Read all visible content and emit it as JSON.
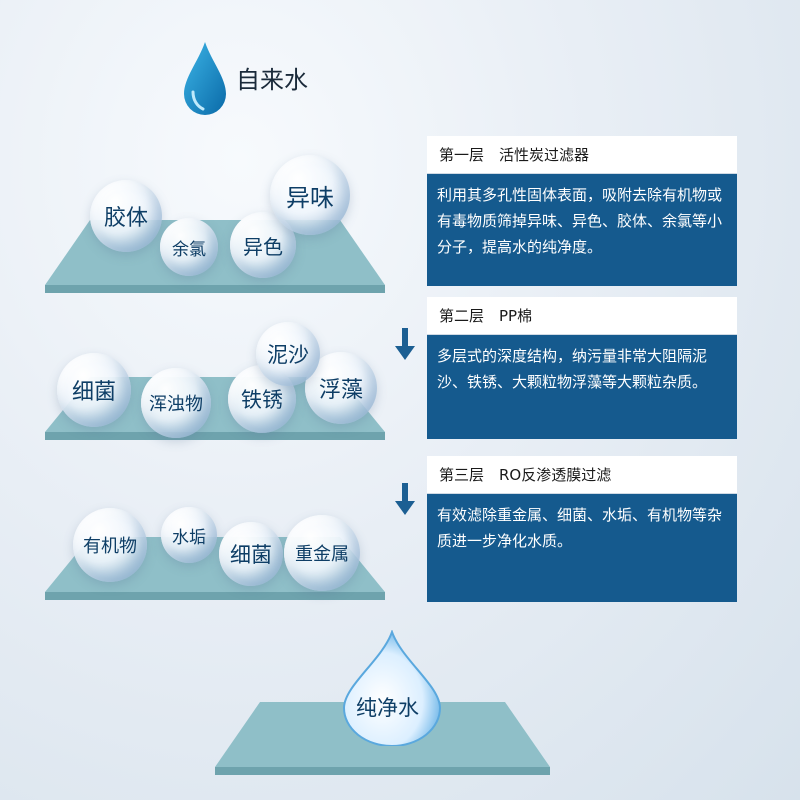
{
  "top": {
    "label": "自来水"
  },
  "bottom": {
    "label": "纯净水"
  },
  "layers": [
    {
      "heading": "第一层　活性炭过滤器",
      "description": "利用其多孔性固体表面，吸附去除有机物或有毒物质筛掉异味、异色、胶体、余氯等小分子，提高水的纯净度。",
      "bubbles": [
        "胶体",
        "余氯",
        "异色",
        "异味"
      ]
    },
    {
      "heading": "第二层　PP棉",
      "description": "多层式的深度结构，纳污量非常大阻隔泥沙、铁锈、大颗粒物浮藻等大颗粒杂质。",
      "bubbles": [
        "细菌",
        "浑浊物",
        "铁锈",
        "浮藻",
        "泥沙"
      ]
    },
    {
      "heading": "第三层　RO反渗透膜过滤",
      "description": "有效滤除重金属、细菌、水垢、有机物等杂质进一步净化水质。",
      "bubbles": [
        "有机物",
        "水垢",
        "细菌",
        "重金属"
      ]
    }
  ],
  "colors": {
    "panel_blue": "#155a8e",
    "filter_teal": "#8fbfc8",
    "arrow_blue": "#1c5f93"
  }
}
